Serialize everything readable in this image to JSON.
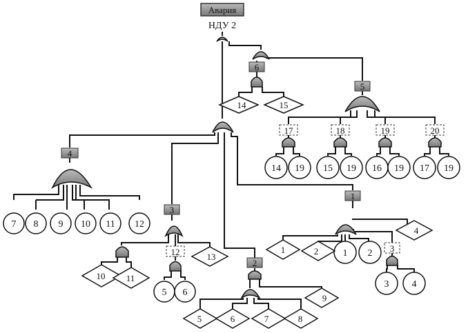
{
  "top_event": {
    "label": "Авария",
    "sublabel": "НДУ 2"
  },
  "gate_labels": {
    "g1": "1",
    "g2": "2",
    "g3": "3",
    "g4": "4",
    "g5": "5",
    "g6": "6",
    "g12": "12",
    "g3b": "3",
    "g17": "17",
    "g18": "18",
    "g19": "19",
    "g20": "20"
  },
  "circles": {
    "c4_7": "7",
    "c4_8": "8",
    "c4_9": "9",
    "c4_10": "10",
    "c4_11": "11",
    "c4_12": "12",
    "c17_a": "14",
    "c17_b": "19",
    "c18_a": "15",
    "c18_b": "19",
    "c19_a": "16",
    "c19_b": "19",
    "c20_a": "17",
    "c20_b": "19",
    "c12_a": "5",
    "c12_b": "6",
    "c1_a": "1",
    "c1_b": "2",
    "c3_a": "3",
    "c3_b": "4"
  },
  "diamonds": {
    "d14": "14",
    "d15": "15",
    "d10": "10",
    "d11": "11",
    "d13": "13",
    "d5": "5",
    "d6": "6",
    "d7": "7",
    "d8": "8",
    "d9": "9",
    "d1": "1",
    "d2": "2",
    "d4": "4"
  }
}
